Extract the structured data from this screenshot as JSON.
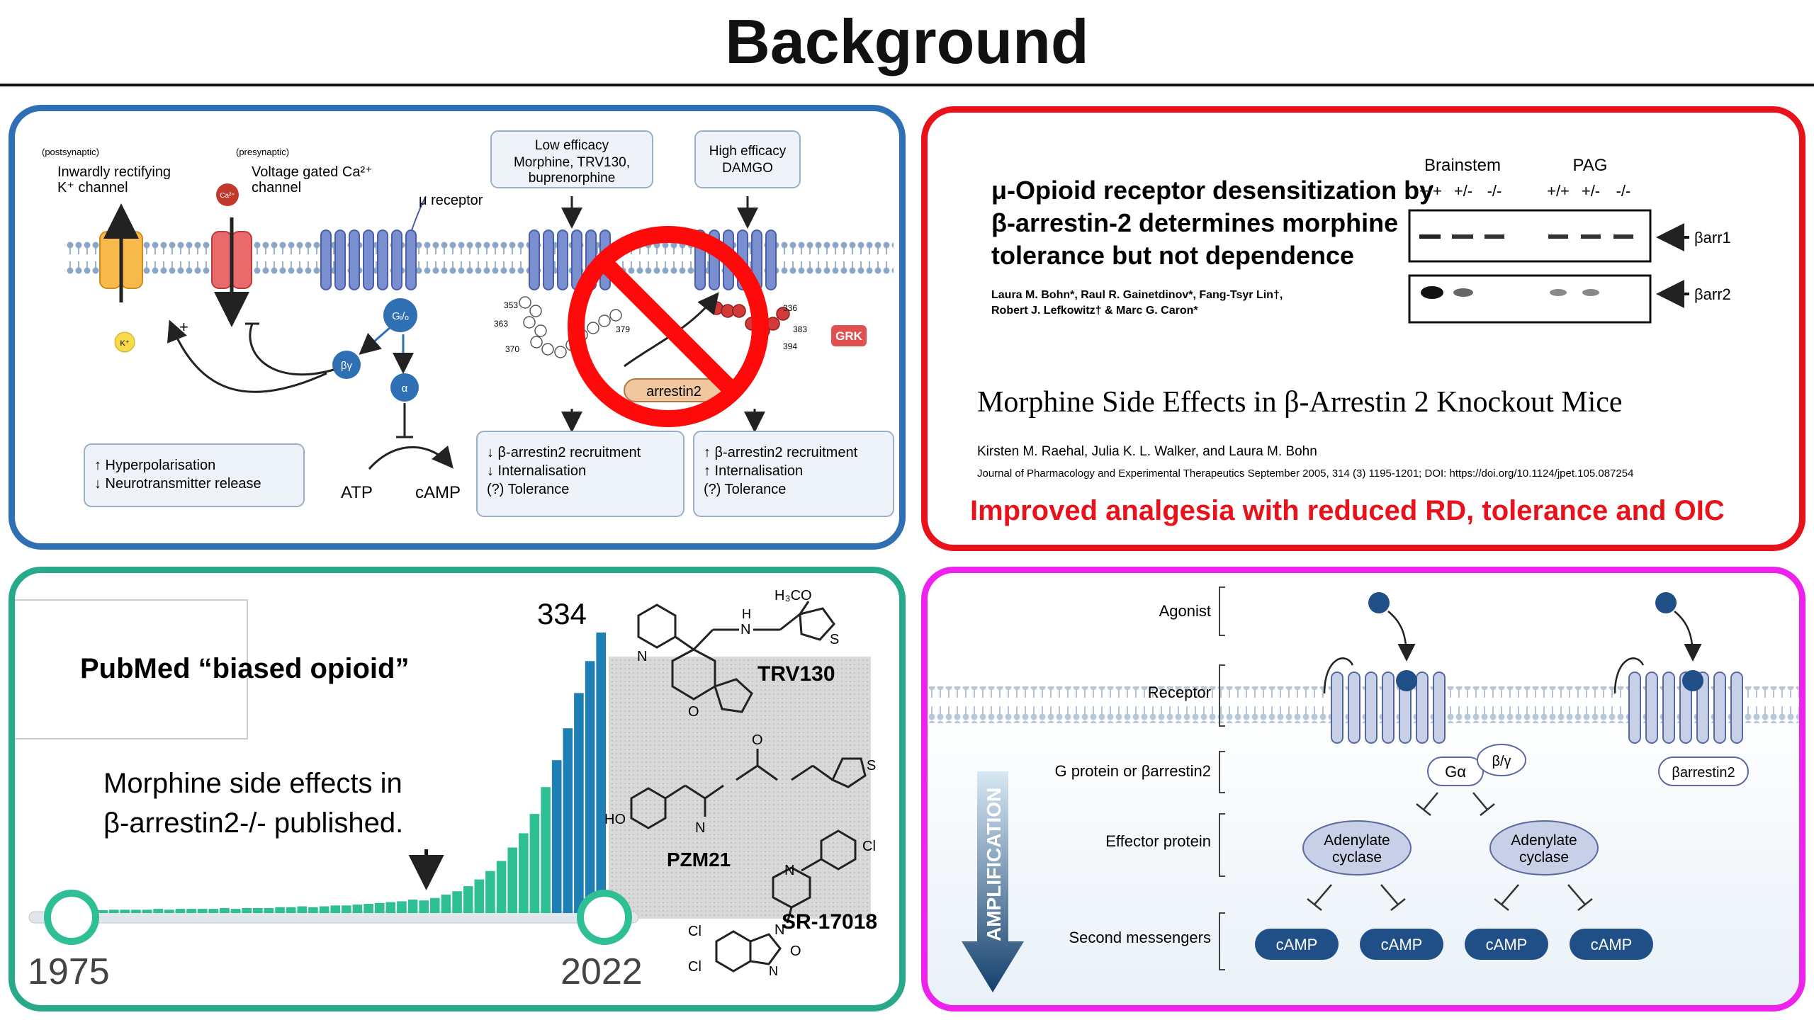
{
  "title": "Background",
  "panel1": {
    "postsynaptic": "(postsynaptic)",
    "k_channel": [
      "Inwardly rectifying",
      "K⁺ channel"
    ],
    "presynaptic": "(presynaptic)",
    "ca_channel": [
      "Voltage gated Ca²⁺",
      "channel"
    ],
    "mu_receptor": "μ receptor",
    "low_efficacy": [
      "Low efficacy",
      "Morphine, TRV130,",
      "buprenorphine"
    ],
    "high_efficacy": [
      "High efficacy",
      "DAMGO"
    ],
    "ca_ion": "Ca²⁺",
    "k_ion": "K⁺",
    "g_protein": "Gᵢ/ₒ",
    "beta_gamma": "βγ",
    "alpha": "α",
    "plus": "+",
    "grk": "GRK",
    "arrestin": "arrestin2",
    "effect_box": [
      "↑ Hyperpolarisation",
      "↓ Neurotransmitter release"
    ],
    "atp": "ATP",
    "camp": "cAMP",
    "low_box": [
      "↓ β-arrestin2 recruitment",
      "↓ Internalisation",
      "(?) Tolerance"
    ],
    "high_box": [
      "↑ β-arrestin2 recruitment",
      "↑ Internalisation",
      "(?) Tolerance"
    ],
    "residues": [
      "353",
      "363",
      "370",
      "379",
      "383",
      "394",
      "336"
    ]
  },
  "panel2": {
    "paper1_title": [
      "μ-Opioid receptor desensitization by",
      "β-arrestin-2 determines morphine",
      "tolerance but not dependence"
    ],
    "paper1_authors": [
      "Laura M. Bohn*, Raul R. Gainetdinov*, Fang-Tsyr Lin†,",
      "Robert J. Lefkowitz† & Marc G. Caron*"
    ],
    "blot_region1": "Brainstem",
    "blot_region2": "PAG",
    "genotypes": [
      "+/+",
      "+/-",
      "-/-",
      "+/+",
      "+/-",
      "-/-"
    ],
    "blot_label1": "βarr1",
    "blot_label2": "βarr2",
    "paper2_title": "Morphine Side Effects in β-Arrestin 2 Knockout Mice",
    "paper2_authors": "Kirsten M. Raehal, Julia K. L. Walker, and Laura M. Bohn",
    "paper2_journal": "Journal of Pharmacology and Experimental Therapeutics September 2005, 314 (3) 1195-1201; DOI: https://doi.org/10.1124/jpet.105.087254",
    "conclusion": "Improved analgesia with reduced RD, tolerance and OIC",
    "conclusion_color": "#e8121a"
  },
  "panel3": {
    "pubmed_label": "PubMed “biased opioid”",
    "annotation": [
      "Morphine side effects in",
      "β-arrestin2-/- published."
    ],
    "max_label": "334",
    "start_year": "1975",
    "end_year": "2022",
    "compound1": "TRV130",
    "compound2": "PZM21",
    "compound3": "SR-17018",
    "atoms": {
      "h3co": "H₃CO",
      "s": "S",
      "n": "N",
      "h": "H",
      "o": "O",
      "ho": "HO",
      "cl": "Cl"
    }
  },
  "panel4": {
    "rows": [
      "Agonist",
      "Receptor",
      "G protein or βarrestin2",
      "Effector protein",
      "Second messengers"
    ],
    "amplification": "AMPLIFICATION",
    "g_alpha": "Gα",
    "beta_gamma": "β/γ",
    "barrestin2": "βarrestin2",
    "adenylate": [
      "Adenylate",
      "cyclase"
    ],
    "camp": "cAMP"
  },
  "chart_data": {
    "type": "bar",
    "x": [
      1975,
      1976,
      1977,
      1978,
      1979,
      1980,
      1981,
      1982,
      1983,
      1984,
      1985,
      1986,
      1987,
      1988,
      1989,
      1990,
      1991,
      1992,
      1993,
      1994,
      1995,
      1996,
      1997,
      1998,
      1999,
      2000,
      2001,
      2002,
      2003,
      2004,
      2005,
      2006,
      2007,
      2008,
      2009,
      2010,
      2011,
      2012,
      2013,
      2014,
      2015,
      2016,
      2017,
      2018,
      2019,
      2020,
      2021,
      2022
    ],
    "values": [
      3,
      3,
      3,
      4,
      4,
      4,
      4,
      5,
      4,
      5,
      5,
      5,
      5,
      6,
      5,
      6,
      6,
      6,
      7,
      7,
      8,
      7,
      8,
      9,
      9,
      10,
      11,
      12,
      13,
      14,
      16,
      15,
      18,
      22,
      26,
      32,
      40,
      50,
      62,
      78,
      95,
      118,
      150,
      182,
      220,
      262,
      300,
      334
    ],
    "annotation_x": 2005,
    "xlim": [
      1975,
      2022
    ],
    "ylim": [
      0,
      334
    ]
  }
}
